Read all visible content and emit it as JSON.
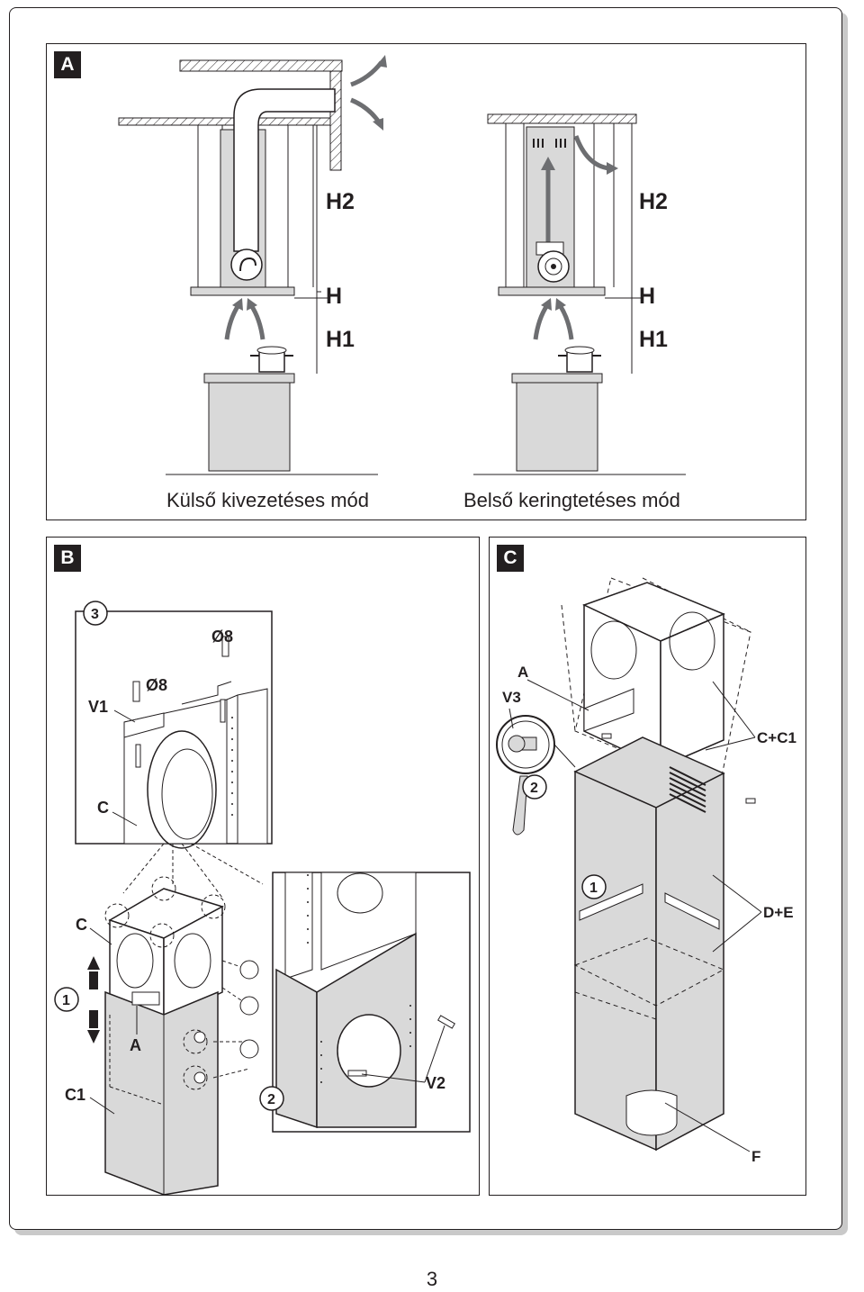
{
  "panel_a": {
    "badge": "A",
    "left": {
      "caption": "Külső kivezetéses mód",
      "labels": {
        "h2": "H2",
        "h": "H",
        "h1": "H1"
      }
    },
    "right": {
      "caption": "Belső keringtetéses mód",
      "labels": {
        "h2": "H2",
        "h": "H",
        "h1": "H1"
      }
    }
  },
  "panel_b": {
    "badge": "B",
    "step3": "3",
    "dia_top": "Ø8",
    "dia_left": "Ø8",
    "v1": "V1",
    "c_inset": "C",
    "c_main": "C",
    "step1": "1",
    "a": "A",
    "c1": "C1",
    "step2": "2",
    "v2": "V2"
  },
  "panel_c": {
    "badge": "C",
    "a": "A",
    "v3": "V3",
    "step2": "2",
    "cc1": "C+C1",
    "step1": "1",
    "de": "D+E",
    "f": "F"
  },
  "page_number": "3",
  "colors": {
    "ink": "#231f20",
    "panel_grey": "#d9d9d9",
    "arrow_grey": "#6d6e71",
    "shadow": "#c9c9c9"
  }
}
